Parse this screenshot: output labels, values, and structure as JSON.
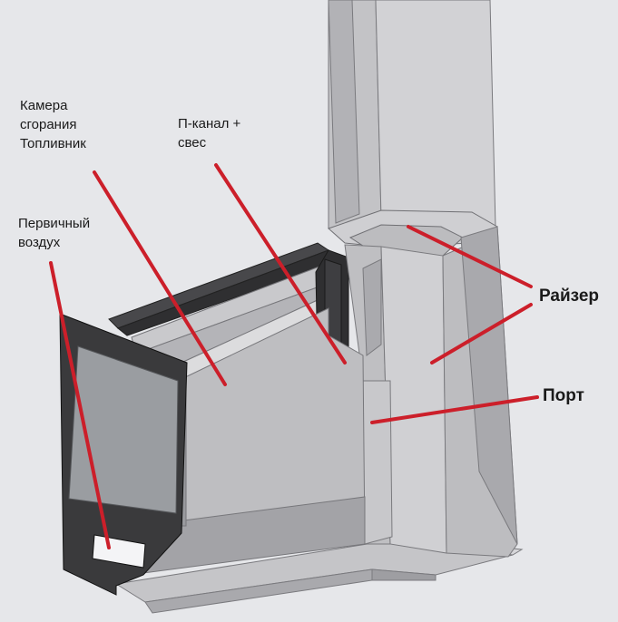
{
  "labels": {
    "chamber": "Камера\nсгорания\nТопливник",
    "p_channel": "П-канал +\nсвес",
    "primary_air": "Первичный\nвоздух",
    "riser": "Райзер",
    "port": "Порт"
  },
  "colors": {
    "background": "#e6e7ea",
    "leader_line": "#cc1f2a",
    "steel_dark": "#3a3a3c",
    "brick_light": "#cfcfd1",
    "brick_mid": "#b9b9bc",
    "brick_shadow": "#9d9da1",
    "glass": "#9a9da1"
  }
}
